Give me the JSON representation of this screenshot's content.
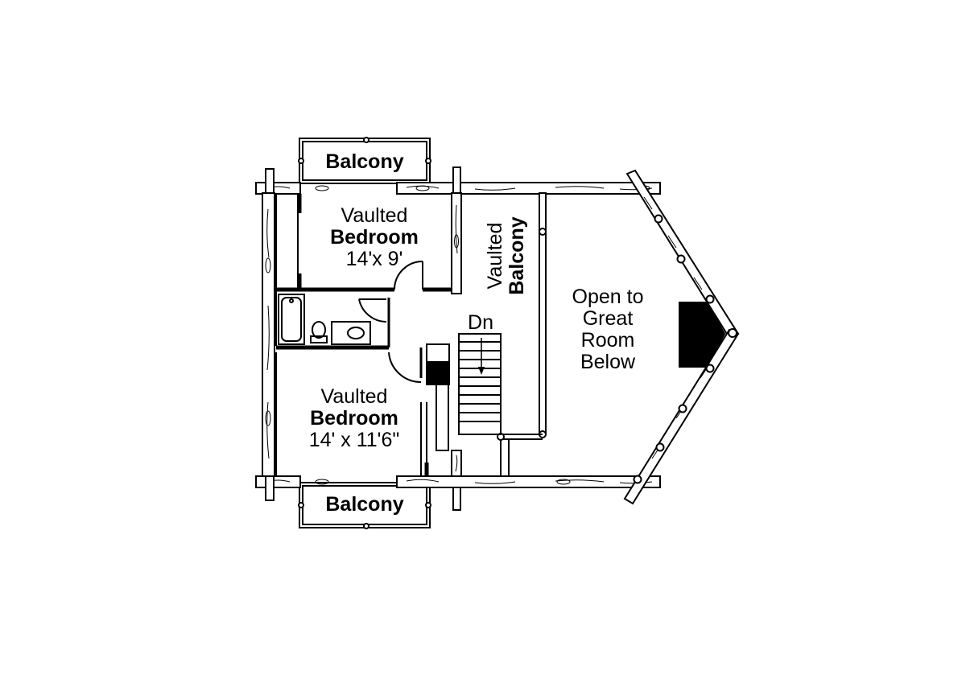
{
  "top_balcony": {
    "label": "Balcony"
  },
  "bottom_balcony": {
    "label": "Balcony"
  },
  "bedroom_upper": {
    "line1": "Vaulted",
    "line2": "Bedroom",
    "size": "14'x 9'"
  },
  "bedroom_lower": {
    "line1": "Vaulted",
    "line2": "Bedroom",
    "size": "14' x 11'6\""
  },
  "vaulted_balcony": {
    "line1": "Vaulted",
    "line2": "Balcony"
  },
  "stairs": {
    "label": "Dn"
  },
  "open_area": {
    "line1": "Open to",
    "line2": "Great",
    "line3": "Room",
    "line4": "Below"
  }
}
